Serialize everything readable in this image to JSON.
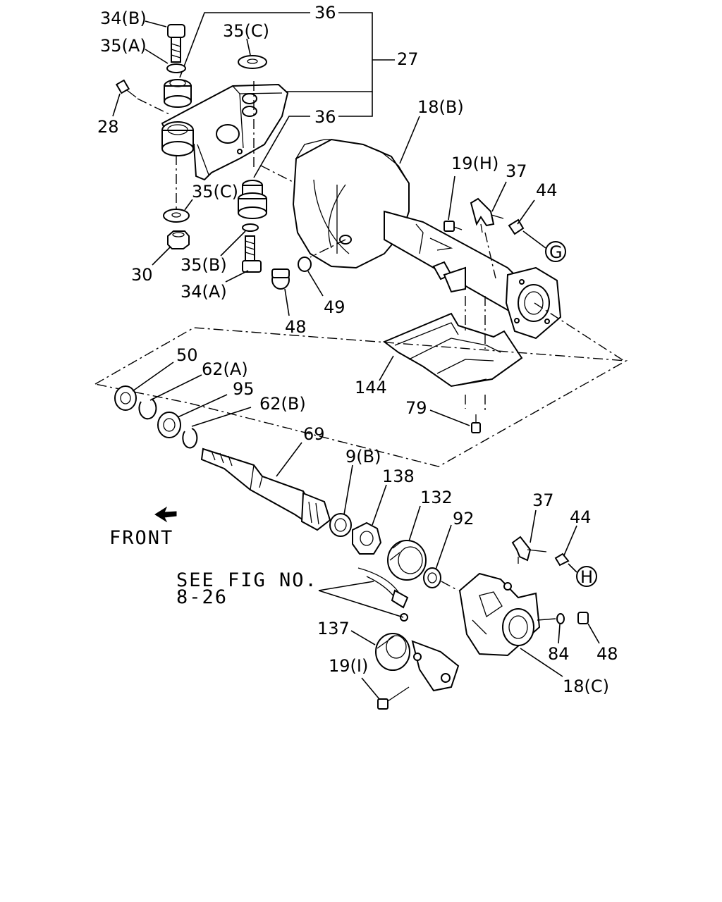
{
  "labels": {
    "l34b": "34(B)",
    "l35a": "35(A)",
    "l28": "28",
    "l36top": "36",
    "l27": "27",
    "l35c_top": "35(C)",
    "l36mid": "36",
    "l18b": "18(B)",
    "l19h": "19(H)",
    "l37_top": "37",
    "l44_top": "44",
    "l35c_low": "35(C)",
    "l30": "30",
    "l35b": "35(B)",
    "l34a": "34(A)",
    "l48_top": "48",
    "l49": "49",
    "l144": "144",
    "l79": "79",
    "l50": "50",
    "l62a": "62(A)",
    "l95": "95",
    "l62b": "62(B)",
    "l69": "69",
    "l9b": "9(B)",
    "l138": "138",
    "l132": "132",
    "l92": "92",
    "l37_low": "37",
    "l44_low": "44",
    "l137": "137",
    "l19i": "19(I)",
    "l84": "84",
    "l48_low": "48",
    "l18c": "18(C)"
  },
  "callouts": {
    "g": "G",
    "h": "H"
  },
  "front_label": "FRONT",
  "see_fig": {
    "line1": "SEE FIG NO.",
    "line2": "8-26"
  }
}
